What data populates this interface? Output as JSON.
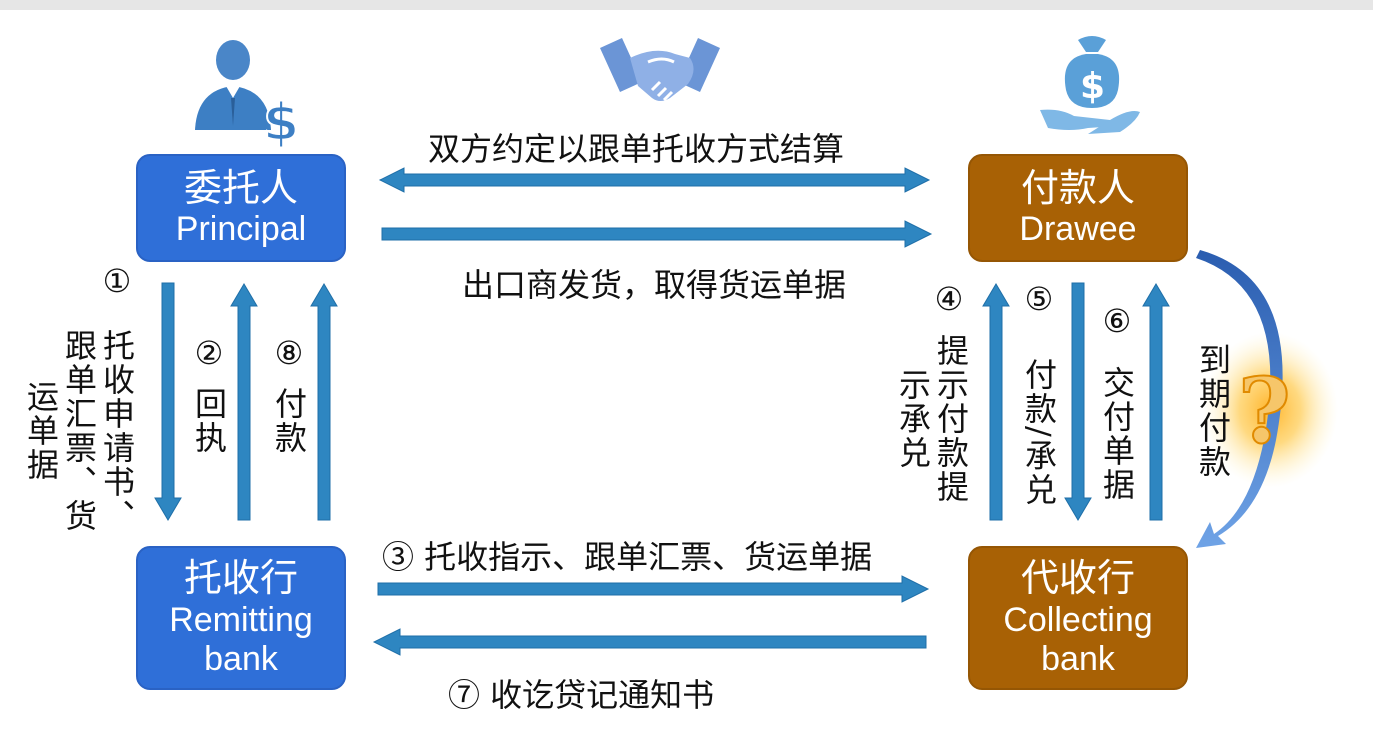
{
  "nodes": {
    "principal": {
      "zh": "委托人",
      "en": "Principal"
    },
    "drawee": {
      "zh": "付款人",
      "en": "Drawee"
    },
    "remitting_bank": {
      "zh": "托收行",
      "en_line1": "Remitting",
      "en_line2": "bank"
    },
    "collecting_bank": {
      "zh": "代收行",
      "en_line1": "Collecting",
      "en_line2": "bank"
    }
  },
  "edges": {
    "agreement": "双方约定以跟单托收方式结算",
    "shipment": "出口商发货，取得货运单据",
    "step3": "③ 托收指示、跟单汇票、货运单据",
    "step7": "⑦ 收讫贷记通知书",
    "step1_num": "①",
    "step1_text": "托收申请书、跟单汇票、货运单据",
    "step2_num": "②",
    "step2_text": "回执",
    "step8_num": "⑧",
    "step8_text": "付款",
    "step4_num": "④",
    "step4_text": "提示付款提示承兑",
    "step5_num": "⑤",
    "step5_text": "付款/承兑",
    "step6_num": "⑥",
    "step6_text": "交付单据",
    "maturity_text": "到期付款"
  },
  "colors": {
    "blue_box": "#2f6fd8",
    "brown_box": "#a86105",
    "arrow": "#2e86c1",
    "icon_blue": "#3d7fc4"
  },
  "icons": [
    "businessman-dollar-icon",
    "handshake-icon",
    "money-bag-hand-icon",
    "question-mark-icon"
  ]
}
